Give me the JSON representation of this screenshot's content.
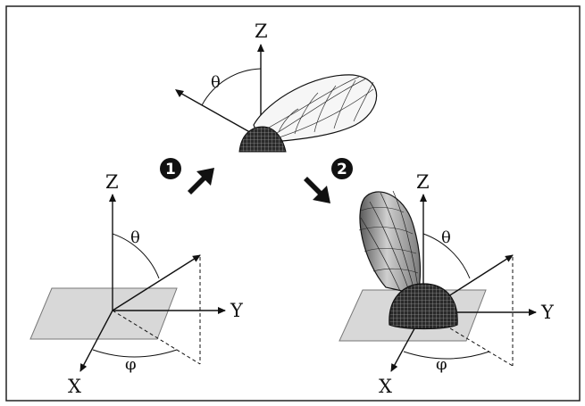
{
  "top_view": {
    "z_label": "Z",
    "theta_label": "θ"
  },
  "left_view": {
    "z_label": "Z",
    "y_label": "Y",
    "x_label": "X",
    "theta_label": "θ",
    "phi_label": "φ"
  },
  "right_view": {
    "z_label": "Z",
    "y_label": "Y",
    "x_label": "X",
    "theta_label": "θ",
    "phi_label": "φ"
  },
  "steps": [
    {
      "number": "1"
    },
    {
      "number": "2"
    }
  ],
  "colors": {
    "frame": "#222222",
    "plane": "#d8d8d8",
    "lobe_light": "#f2f2f2",
    "lobe_dark": "#6f6f6f",
    "mesh": "#1a1a1a"
  },
  "icons": [
    "arrow-up-right-icon",
    "arrow-down-right-icon",
    "step-badge-icon"
  ]
}
